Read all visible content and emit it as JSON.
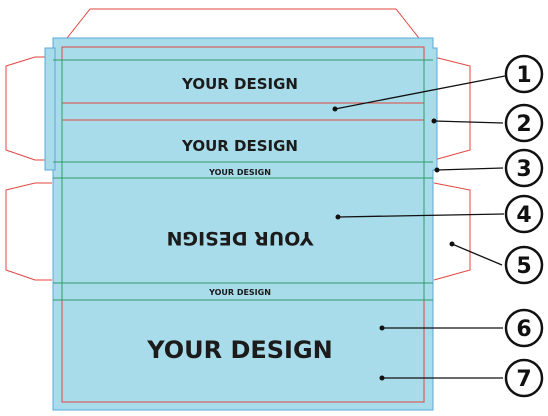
{
  "colors": {
    "panel_fill": "#a9dcea",
    "bleed_line": "#5aa9d6",
    "cut_line": "#e0463f",
    "fold_line": "#2f9c6a",
    "text": "#1b1b1b",
    "callout": "#111111"
  },
  "panels": {
    "top_flap_title": "YOUR DESIGN",
    "second_title": "YOUR DESIGN",
    "strip_upper": "YOUR DESIGN",
    "main_upside_down": "YOUR DESIGN",
    "strip_lower": "YOUR DESIGN",
    "bottom_title": "YOUR DESIGN"
  },
  "callouts": [
    {
      "number": "1"
    },
    {
      "number": "2"
    },
    {
      "number": "3"
    },
    {
      "number": "4"
    },
    {
      "number": "5"
    },
    {
      "number": "6"
    },
    {
      "number": "7"
    }
  ]
}
